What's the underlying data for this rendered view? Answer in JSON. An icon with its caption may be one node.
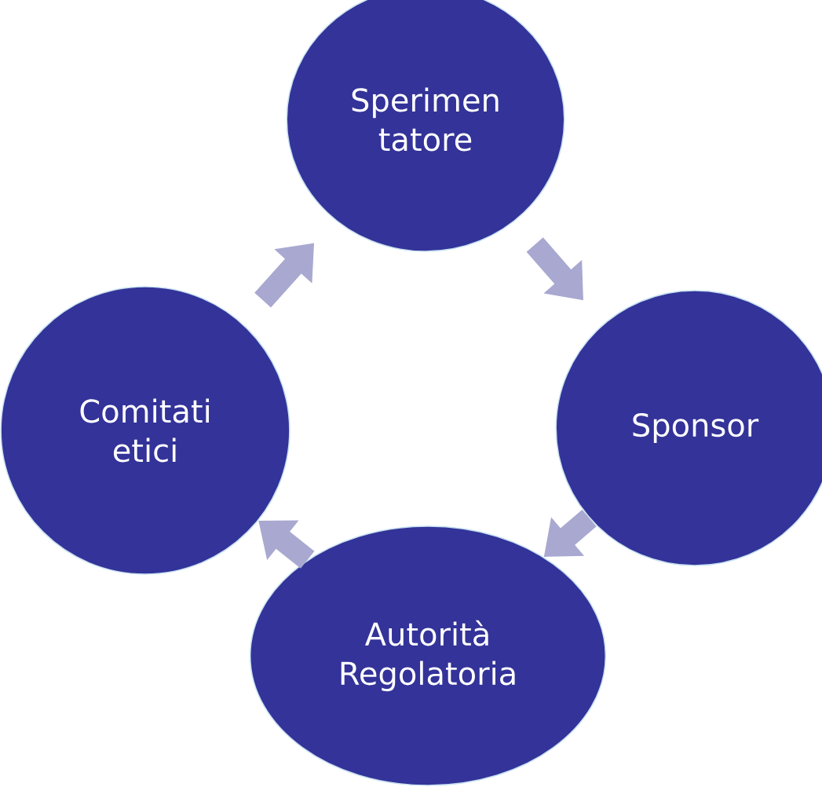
{
  "diagram": {
    "nodes": [
      {
        "text": [
          "Sperimen tatore"
        ]
      },
      {
        "text": [
          "Sponsor"
        ]
      },
      {
        "text": [
          "Autorità Regolatoria"
        ]
      },
      {
        "text": [
          "Comitati etici"
        ]
      }
    ],
    "edges": [
      {
        "from": 0,
        "to": 1,
        "arrow": "to"
      },
      {
        "from": 1,
        "to": 2,
        "arrow": "to"
      },
      {
        "from": 2,
        "to": 3,
        "arrow": "to"
      },
      {
        "from": 3,
        "to": 0,
        "arrow": "to"
      }
    ]
  }
}
